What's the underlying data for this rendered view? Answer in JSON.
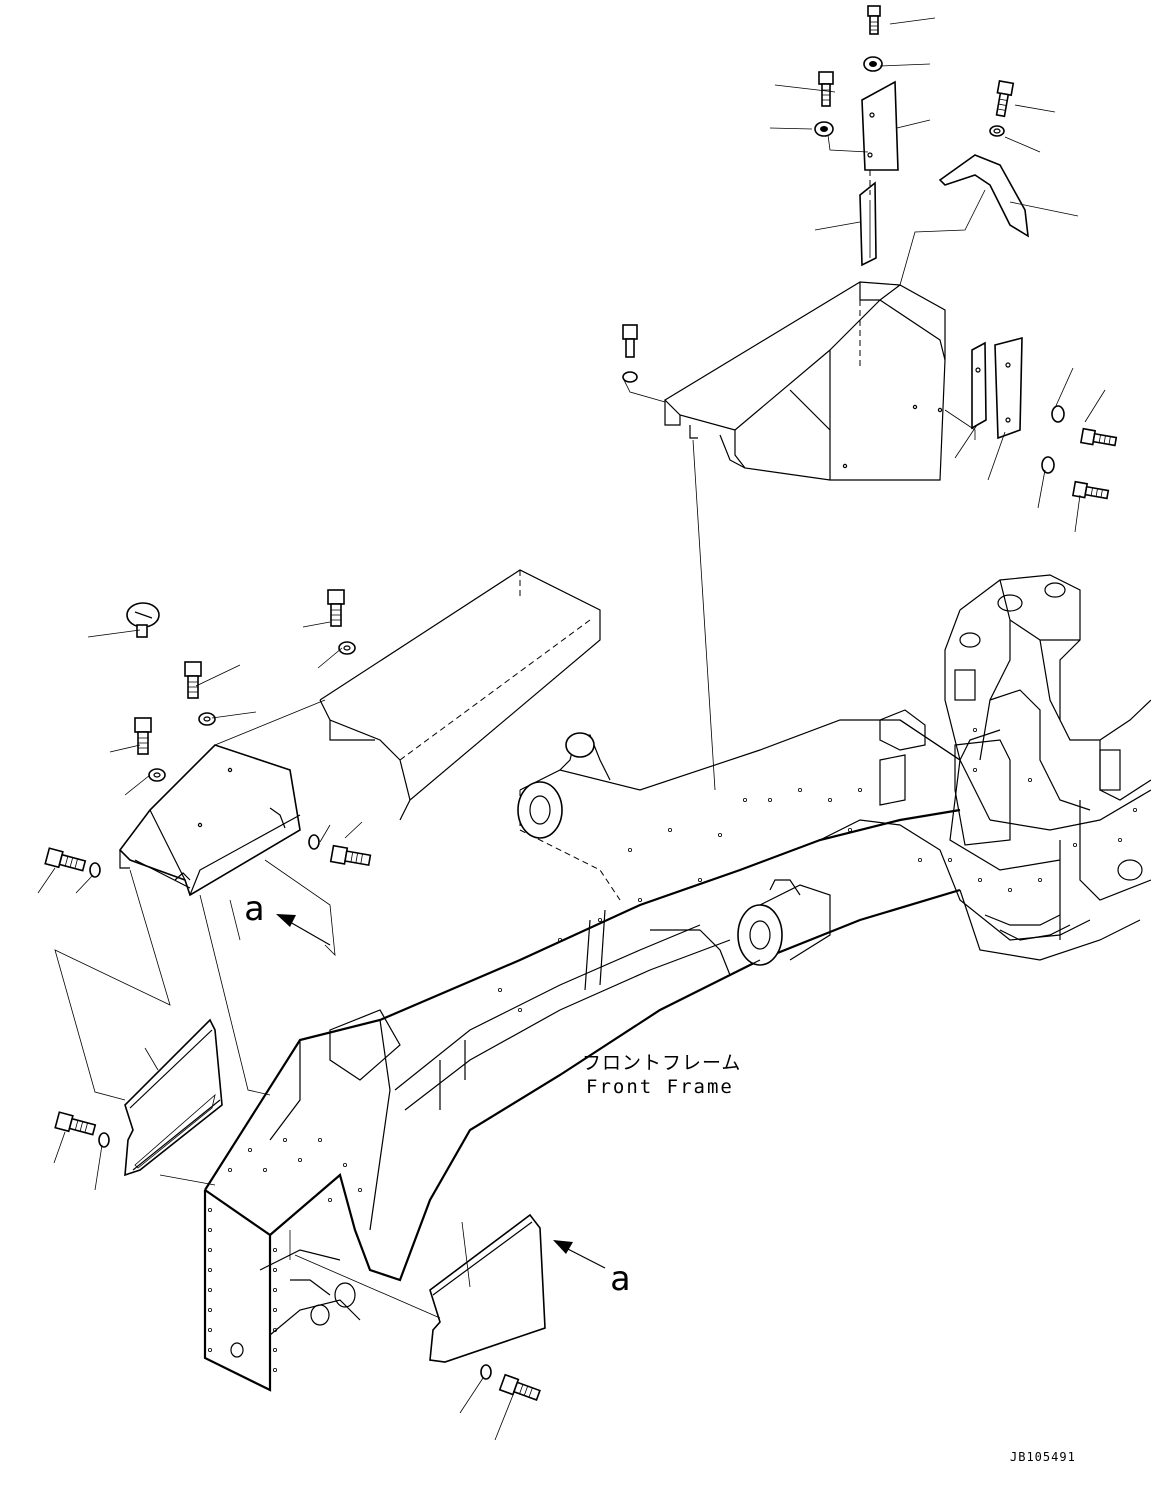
{
  "diagram": {
    "title_jp": "フロントフレーム",
    "title_en": "Front Frame",
    "view_marker_upper": "a",
    "view_marker_lower": "a",
    "drawing_id": "JB105491"
  }
}
